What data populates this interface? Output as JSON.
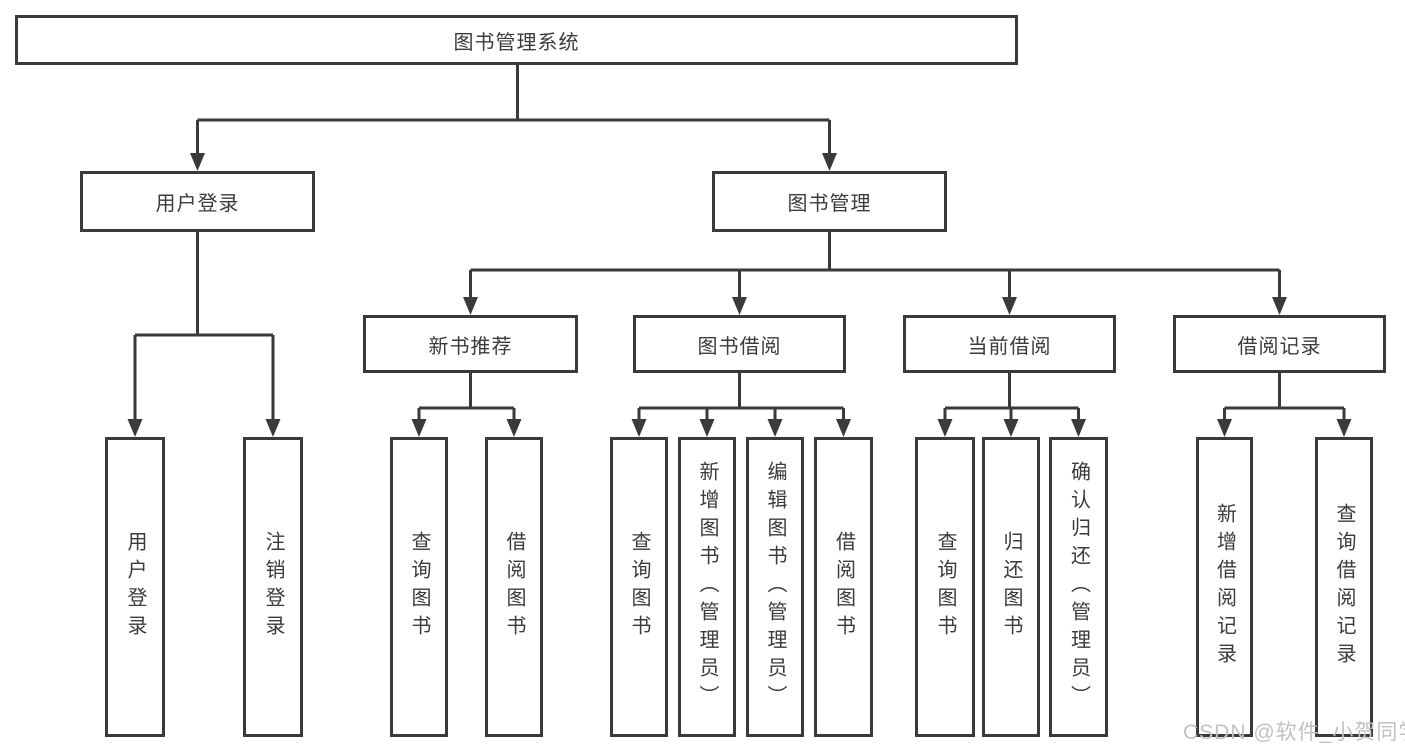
{
  "diagram": {
    "type": "tree",
    "root": "图书管理系统",
    "branches": [
      {
        "label": "用户登录",
        "children": [
          "用户登录",
          "注销登录"
        ]
      },
      {
        "label": "图书管理",
        "children": [
          {
            "label": "新书推荐",
            "children": [
              "查询图书",
              "借阅图书"
            ]
          },
          {
            "label": "图书借阅",
            "children": [
              "查询图书",
              "新增图书（管理员）",
              "编辑图书（管理员）",
              "借阅图书"
            ]
          },
          {
            "label": "当前借阅",
            "children": [
              "查询图书",
              "归还图书",
              "确认归还（管理员）"
            ]
          },
          {
            "label": "借阅记录",
            "children": [
              "新增借阅记录",
              "查询借阅记录"
            ]
          }
        ]
      }
    ]
  },
  "watermark": {
    "text": "CSDN @软件_小贺同学"
  },
  "colors": {
    "line": "#3a3a3a",
    "node_border": "#3a3a3a",
    "node_text": "#3b3b3b",
    "background": "#ffffff",
    "watermark": "#c2c2c2"
  }
}
